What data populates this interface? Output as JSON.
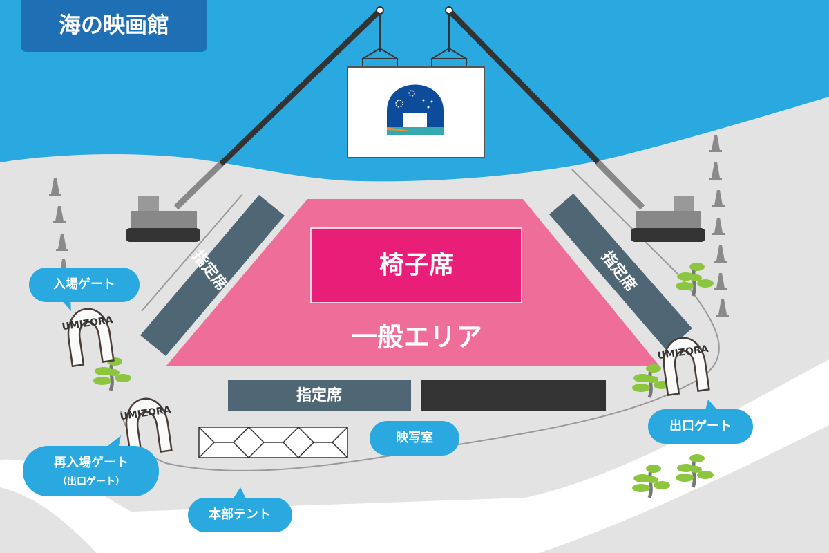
{
  "title": "海の映画館",
  "areas": {
    "chair_seats": "椅子席",
    "general_area": "一般エリア",
    "reserved_left": "指定席",
    "reserved_right": "指定席",
    "reserved_bottom": "指定席"
  },
  "labels": {
    "entrance_gate": "入場ゲート",
    "reentry_gate": "再入場ゲート",
    "reentry_gate_sub": "（出口ゲート）",
    "headquarters_tent": "本部テント",
    "projection_room": "映写室",
    "exit_gate": "出口ゲート"
  },
  "gate_text": "UMIZORA",
  "colors": {
    "sea": "#29a9e0",
    "ground": "#e3e3e3",
    "general_area": "#ee6d99",
    "chair_seats": "#e91e79",
    "reserved": "#4f6674",
    "title_badge": "#1f6fb5",
    "bubble": "#29a9e0"
  }
}
